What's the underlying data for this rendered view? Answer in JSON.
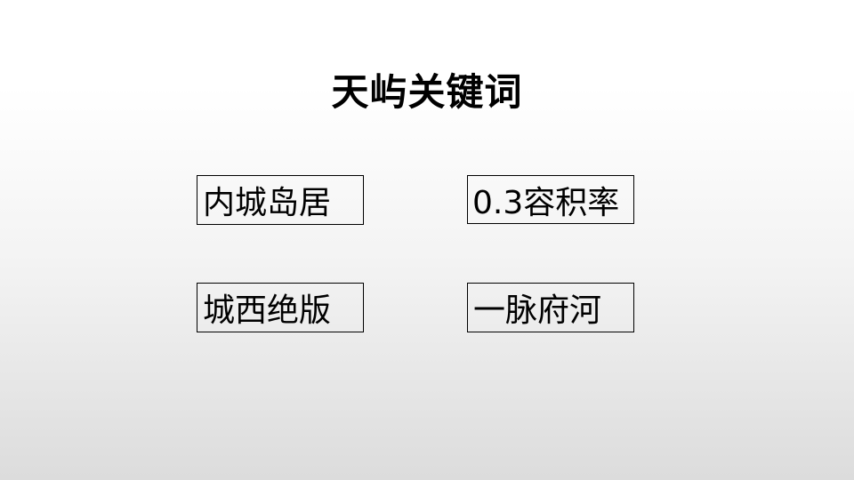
{
  "slide": {
    "title": "天屿关键词",
    "keywords": [
      {
        "label": "内城岛居"
      },
      {
        "label": "0.3容积率"
      },
      {
        "label": "城西绝版"
      },
      {
        "label": "一脉府河"
      }
    ]
  },
  "colors": {
    "text": "#000000",
    "border": "#000000",
    "background_top": "#ffffff",
    "background_bottom": "#dcdcdc"
  }
}
